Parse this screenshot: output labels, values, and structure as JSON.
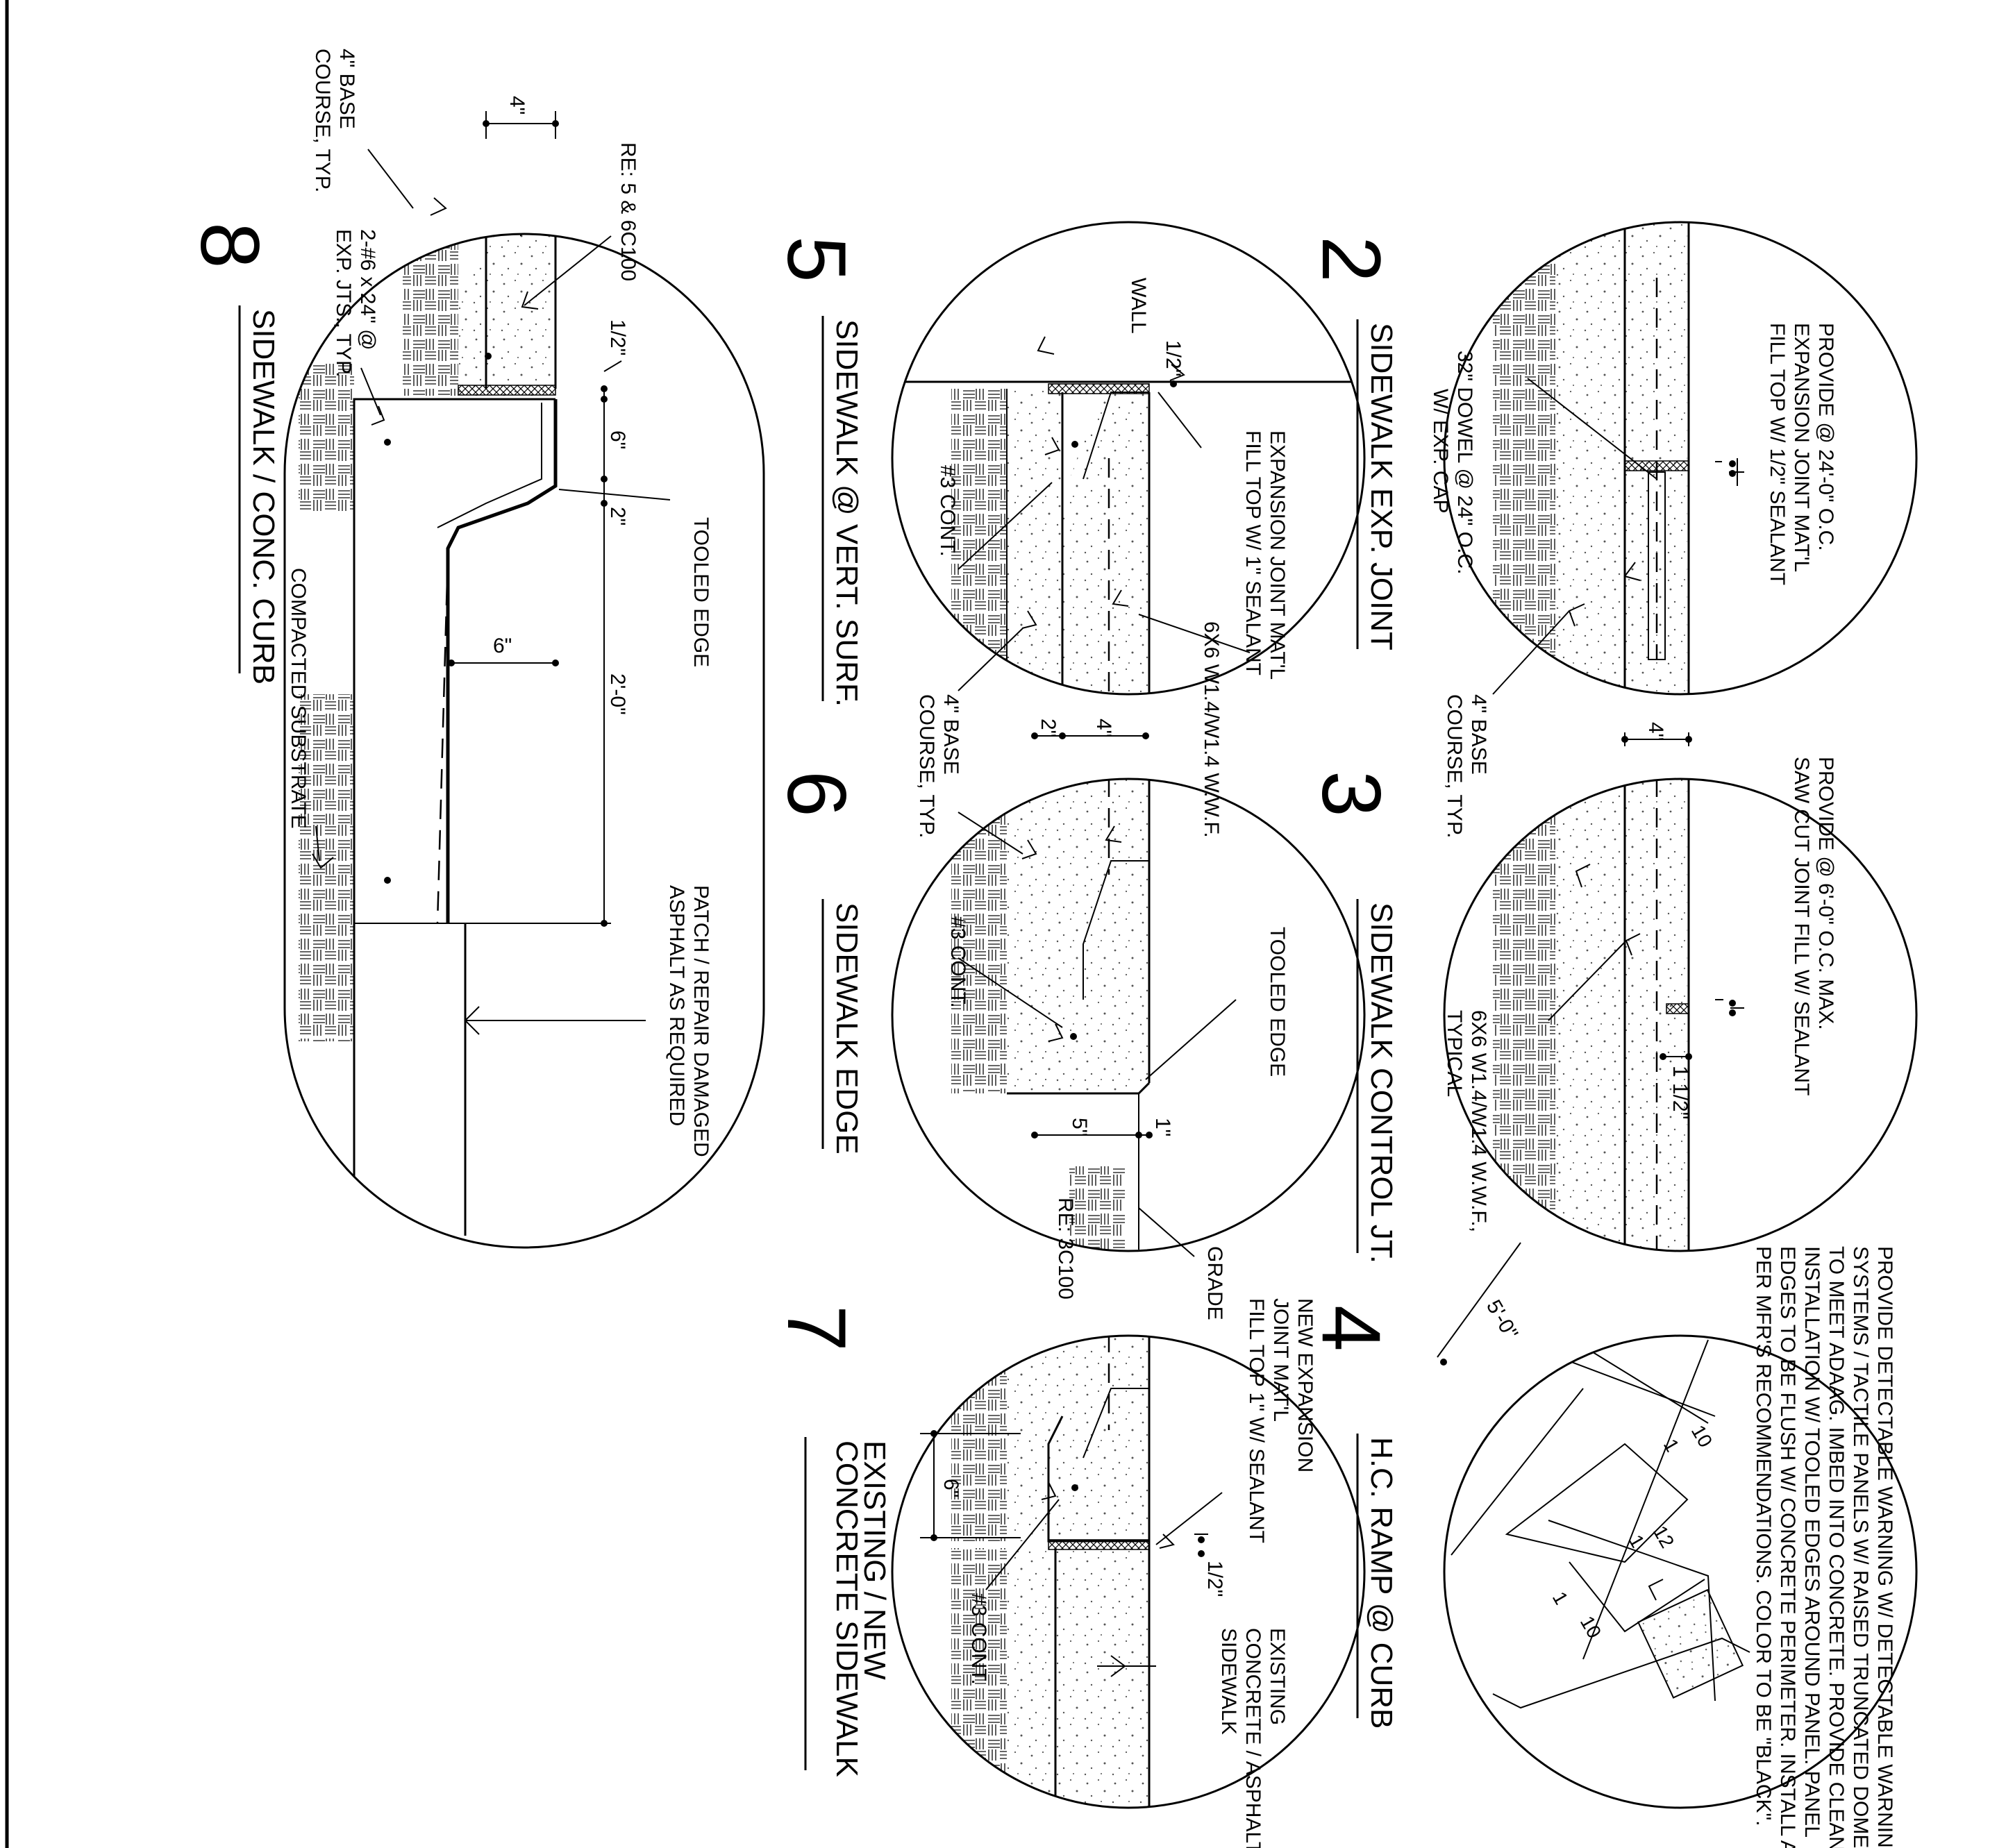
{
  "details": {
    "d2": {
      "number": "2",
      "title": "SIDEWALK EXP. JOINT",
      "notes": [
        "PROVIDE @ 24'-0\" O.C.",
        "EXPANSION JOINT MAT'L",
        "FILL TOP W/ 1/2\" SEALANT"
      ],
      "dowel": [
        "32\" DOWEL @ 24\" O.C.",
        "W/ EXP. CAP"
      ],
      "base": [
        "4\" BASE",
        "COURSE, TYP."
      ],
      "dim": "4\""
    },
    "d3": {
      "number": "3",
      "title": "SIDEWALK CONTROL JT.",
      "notes": [
        "PROVIDE @ 6'-0\" O.C. MAX.",
        "SAW CUT JOINT FILL W/ SEALANT"
      ],
      "mesh": [
        "6X6 W1.4/W1.4 W.W.F.,",
        "TYPICAL"
      ],
      "dim": "1 1/2\""
    },
    "d4": {
      "number": "4",
      "title": "H.C. RAMP @ CURB",
      "notes": [
        "PROVIDE DETECTABLE WARNING W/ DETECTABLE WARNING",
        "SYSTEMS / TACTILE PANELS W/ RAISED TRUNCATED DOMES",
        "TO MEET ADAAG. IMBED INTO CONCRETE. PROVIDE CLEAN",
        "INSTALLATION W/ TOOLED EDGES AROUND PANEL. PANEL",
        "EDGES TO BE FLUSH W/ CONCRETE PERIMETER. INSTALL AS",
        "PER MFR'S RECOMMENDATIONS. COLOR TO BE \"BLACK\"."
      ],
      "dim": "5'-0\"",
      "slopes": [
        "10",
        "1",
        "12",
        "1",
        "1",
        "10"
      ]
    },
    "d5": {
      "number": "5",
      "title": "SIDEWALK @ VERT. SURF.",
      "wall": "WALL",
      "joint": [
        "EXPANSION JOINT MAT'L",
        "FILL TOP W/ 1\" SEALANT"
      ],
      "mesh": "6X6 W1.4/W1.4 W.W.F.",
      "bar": [
        "#3 CONT."
      ],
      "base": [
        "4\" BASE",
        "COURSE, TYP."
      ],
      "dims": [
        "1/2\"",
        "2\"",
        "4\""
      ]
    },
    "d6": {
      "number": "6",
      "title": "SIDEWALK EDGE",
      "tooled": [
        "TOOLED EDGE"
      ],
      "bar": "#3 CONT.",
      "grade": "GRADE",
      "ref": "RE: 3C100",
      "dims": [
        "5\"",
        "1\""
      ]
    },
    "d7": {
      "number": "7",
      "title": [
        "EXISTING / NEW",
        "CONCRETE SIDEWALK"
      ],
      "joint": [
        "NEW EXPANSION",
        "JOINT MAT'L",
        "FILL TOP 1\" W/ SEALANT"
      ],
      "existing": [
        "EXISTING",
        "CONCRETE / ASPHALT",
        "SIDEWALK"
      ],
      "bar": "#3 CONT.",
      "dims": [
        "6\"",
        "1/2\""
      ]
    },
    "d8": {
      "number": "8",
      "title": "SIDEWALK / CONC. CURB",
      "base": [
        "4\" BASE",
        "COURSE, TYP."
      ],
      "ref": "RE: 5 & 6C100",
      "dowel": [
        "2-#6 x 24\" @",
        "EXP. JTS., TYP."
      ],
      "tooled": "TOOLED EDGE",
      "substrate": "COMPACTED SUBSTRATE",
      "patch": [
        "PATCH / REPAIR DAMAGED",
        "ASPHALT AS REQUIRED"
      ],
      "dims": [
        "4\"",
        "1/2\"",
        "6\"",
        "2\"",
        "6\"",
        "2'-0\""
      ]
    }
  }
}
